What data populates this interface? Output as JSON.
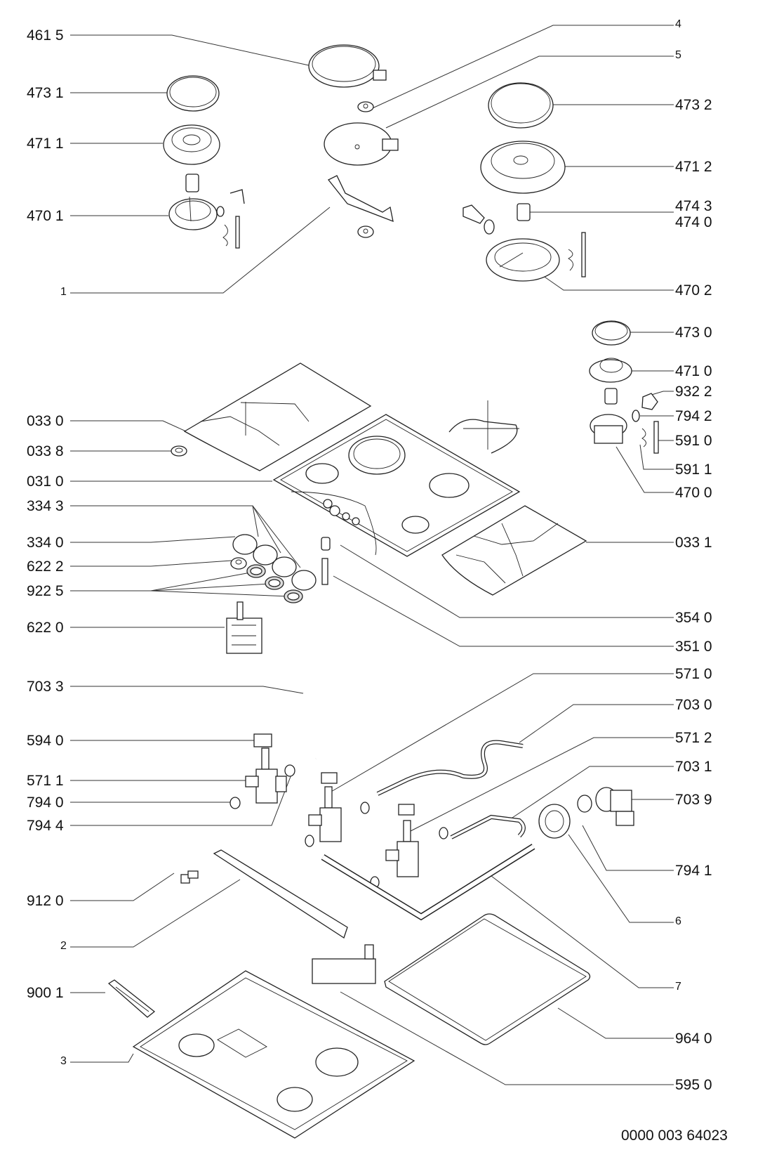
{
  "diagram": {
    "type": "exploded-parts-diagram",
    "subject": "gas hob",
    "document_number": "0000 003 64023",
    "labels": [
      {
        "id": "461-5",
        "text": "461 5",
        "side": "left",
        "part": "wok-burner-cap"
      },
      {
        "id": "473-1",
        "text": "473 1",
        "side": "left",
        "part": "burner-cap-small"
      },
      {
        "id": "471-1",
        "text": "471 1",
        "side": "left",
        "part": "burner-crown-small"
      },
      {
        "id": "470-1",
        "text": "470 1",
        "side": "left",
        "part": "burner-body-small"
      },
      {
        "id": "1",
        "text": "1",
        "side": "left",
        "part": "bracket"
      },
      {
        "id": "4",
        "text": "4",
        "side": "right",
        "part": "nut"
      },
      {
        "id": "5",
        "text": "5",
        "side": "right",
        "part": "heat-plate"
      },
      {
        "id": "473-2",
        "text": "473 2",
        "side": "right",
        "part": "burner-cap-large"
      },
      {
        "id": "471-2",
        "text": "471 2",
        "side": "right",
        "part": "burner-crown-large"
      },
      {
        "id": "474-3",
        "text": "474 3",
        "side": "right",
        "part": "injector"
      },
      {
        "id": "474-0",
        "text": "474 0",
        "side": "right",
        "part": "injector"
      },
      {
        "id": "470-2",
        "text": "470 2",
        "side": "right",
        "part": "burner-body-large"
      },
      {
        "id": "473-0",
        "text": "473 0",
        "side": "right",
        "part": "burner-cap-medium"
      },
      {
        "id": "471-0",
        "text": "471 0",
        "side": "right",
        "part": "burner-crown-medium"
      },
      {
        "id": "932-2",
        "text": "932 2",
        "side": "right",
        "part": "clip"
      },
      {
        "id": "794-2",
        "text": "794 2",
        "side": "right",
        "part": "seal-ring"
      },
      {
        "id": "591-0",
        "text": "591 0",
        "side": "right",
        "part": "thermocouple"
      },
      {
        "id": "591-1",
        "text": "591 1",
        "side": "right",
        "part": "spring-clip"
      },
      {
        "id": "470-0",
        "text": "470 0",
        "side": "right",
        "part": "burner-body-medium"
      },
      {
        "id": "033-0",
        "text": "033 0",
        "side": "left",
        "part": "pan-support-left"
      },
      {
        "id": "033-8",
        "text": "033 8",
        "side": "left",
        "part": "rubber-foot"
      },
      {
        "id": "031-0",
        "text": "031 0",
        "side": "left",
        "part": "hob-top"
      },
      {
        "id": "334-3",
        "text": "334 3",
        "side": "left",
        "part": "knobs"
      },
      {
        "id": "334-0",
        "text": "334 0",
        "side": "left",
        "part": "knob"
      },
      {
        "id": "622-2",
        "text": "622 2",
        "side": "left",
        "part": "switch-cap"
      },
      {
        "id": "922-5",
        "text": "922 5",
        "side": "left",
        "part": "knob-bezels"
      },
      {
        "id": "622-0",
        "text": "622 0",
        "side": "left",
        "part": "ignition-switch"
      },
      {
        "id": "033-1",
        "text": "033 1",
        "side": "right",
        "part": "pan-support-right"
      },
      {
        "id": "354-0",
        "text": "354 0",
        "side": "right",
        "part": "button"
      },
      {
        "id": "351-0",
        "text": "351 0",
        "side": "right",
        "part": "spring"
      },
      {
        "id": "703-3",
        "text": "703 3",
        "side": "left",
        "part": "gas-pipe"
      },
      {
        "id": "594-0",
        "text": "594 0",
        "side": "left",
        "part": "microswitch"
      },
      {
        "id": "571-1",
        "text": "571 1",
        "side": "left",
        "part": "gas-tap"
      },
      {
        "id": "794-0",
        "text": "794 0",
        "side": "left",
        "part": "seal-ring"
      },
      {
        "id": "794-4",
        "text": "794 4",
        "side": "left",
        "part": "seal-ring"
      },
      {
        "id": "912-0",
        "text": "912 0",
        "side": "left",
        "part": "screw"
      },
      {
        "id": "2",
        "text": "2",
        "side": "left",
        "part": "rail"
      },
      {
        "id": "900-1",
        "text": "900 1",
        "side": "left",
        "part": "fixing-bracket"
      },
      {
        "id": "3",
        "text": "3",
        "side": "left",
        "part": "base-tray"
      },
      {
        "id": "571-0",
        "text": "571 0",
        "side": "right",
        "part": "gas-tap"
      },
      {
        "id": "703-0",
        "text": "703 0",
        "side": "right",
        "part": "gas-pipe"
      },
      {
        "id": "571-2",
        "text": "571 2",
        "side": "right",
        "part": "gas-tap"
      },
      {
        "id": "703-1",
        "text": "703 1",
        "side": "right",
        "part": "gas-pipe"
      },
      {
        "id": "703-9",
        "text": "703 9",
        "side": "right",
        "part": "elbow-connector"
      },
      {
        "id": "794-1",
        "text": "794 1",
        "side": "right",
        "part": "seal-ring"
      },
      {
        "id": "6",
        "text": "6",
        "side": "right",
        "part": "nut"
      },
      {
        "id": "7",
        "text": "7",
        "side": "right",
        "part": "manifold-pipe"
      },
      {
        "id": "964-0",
        "text": "964 0",
        "side": "right",
        "part": "gasket"
      },
      {
        "id": "595-0",
        "text": "595 0",
        "side": "right",
        "part": "ignition-generator"
      }
    ]
  }
}
